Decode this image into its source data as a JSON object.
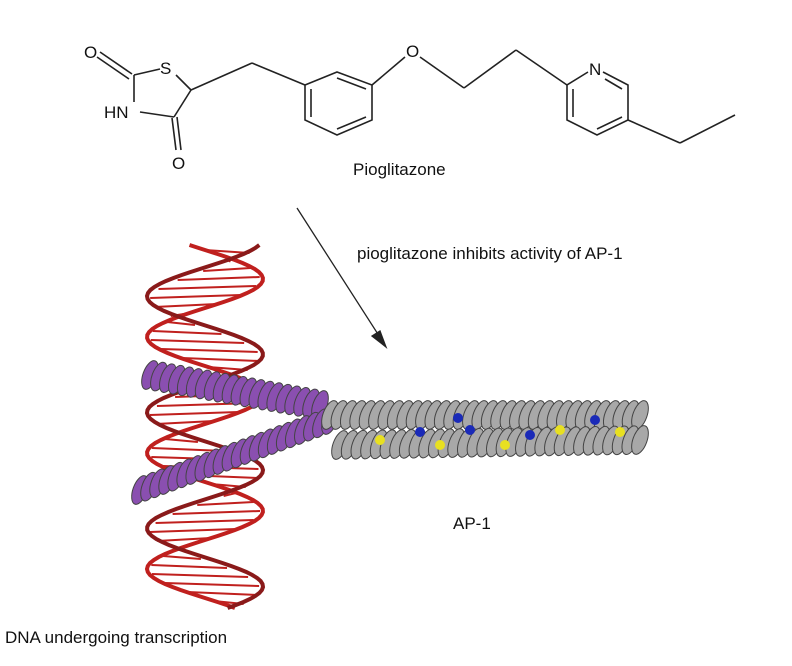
{
  "molecule": {
    "name": "Pioglitazone",
    "atoms": {
      "o_top": "O",
      "s": "S",
      "hn": "HN",
      "o_bottom": "O",
      "o_ether": "O",
      "n_pyridine": "N"
    }
  },
  "arrow_label": "pioglitazone inhibits activity of AP-1",
  "protein_label": "AP-1",
  "dna_label": "DNA undergoing transcription",
  "colors": {
    "dna_backbone": "#c0201e",
    "helix_purple": "#8a4fb0",
    "helix_grey": "#a8a8a8",
    "side_blue": "#1a2ab8",
    "side_yellow": "#e8e020"
  }
}
